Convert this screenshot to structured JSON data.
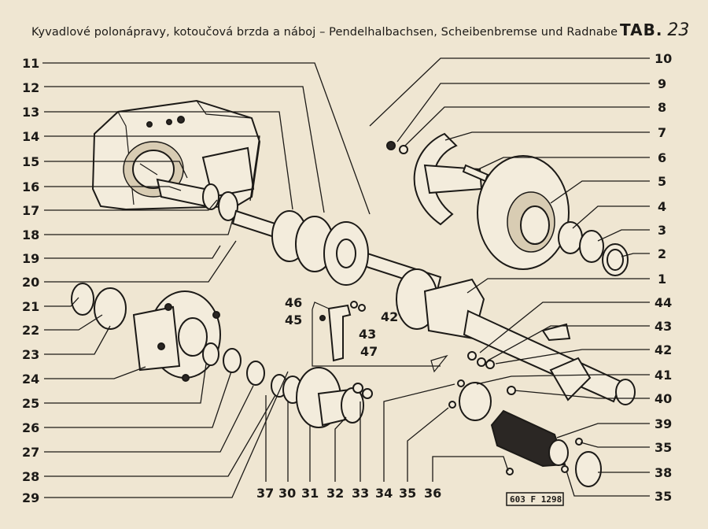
{
  "header": {
    "title": "Kyvadlové polonápravy, kotoučová brzda a náboj – Pendelhalbachsen, Scheibenbremse und Radnabe",
    "tab_label": "TAB.",
    "tab_number": "23"
  },
  "drawing_code": "603 F 1298",
  "labels": {
    "n1": "1",
    "n2": "2",
    "n3": "3",
    "n4": "4",
    "n5": "5",
    "n6": "6",
    "n7": "7",
    "n8": "8",
    "n9": "9",
    "n10": "10",
    "n11": "11",
    "n12": "12",
    "n13": "13",
    "n14": "14",
    "n15": "15",
    "n16": "16",
    "n17": "17",
    "n18": "18",
    "n19": "19",
    "n20": "20",
    "n21": "21",
    "n22": "22",
    "n23": "23",
    "n24": "24",
    "n25": "25",
    "n26": "26",
    "n27": "27",
    "n28": "28",
    "n29": "29",
    "n30": "30",
    "n31": "31",
    "n32": "32",
    "n33": "33",
    "n34": "34",
    "n35a": "35",
    "n35b": "35",
    "n35c": "35",
    "n36": "36",
    "n37": "37",
    "n38": "38",
    "n39": "39",
    "n40": "40",
    "n41": "41",
    "n42a": "42",
    "n42b": "42",
    "n43a": "43",
    "n43b": "43",
    "n44": "44",
    "n45": "45",
    "n46": "46",
    "n47": "47"
  }
}
